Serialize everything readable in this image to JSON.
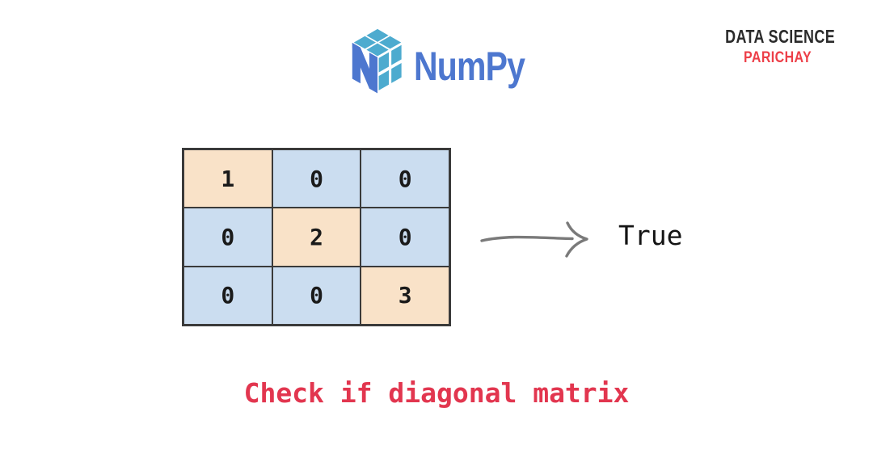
{
  "theme": {
    "page-bg": "#FFFFFF",
    "np-light": "#4DABCF",
    "np-dark": "#4D77CF",
    "wordmark": "#4D77CF",
    "brand-dark": "#2B2B2B",
    "brand-red": "#ED3F48",
    "cell-diag": "#F9E2C8",
    "cell-offdiag": "#CBDDF0",
    "grid-border": "#3A3A3A",
    "digit": "#1A1A1A",
    "arrow": "#7A7A7A",
    "result": "#141414",
    "caption": "#E2364F"
  },
  "header": {
    "logo": {
      "icon": "numpy-cube-icon",
      "wordmark": "NumPy"
    },
    "brand": {
      "line1": "DATA SCIENCE",
      "line2": "PARICHAY"
    }
  },
  "matrix": {
    "rows": [
      [
        "1",
        "0",
        "0"
      ],
      [
        "0",
        "2",
        "0"
      ],
      [
        "0",
        "0",
        "3"
      ]
    ]
  },
  "result": {
    "label": "True",
    "arrow_icon": "hand-drawn-right-arrow"
  },
  "caption": {
    "text": "Check if diagonal matrix"
  }
}
